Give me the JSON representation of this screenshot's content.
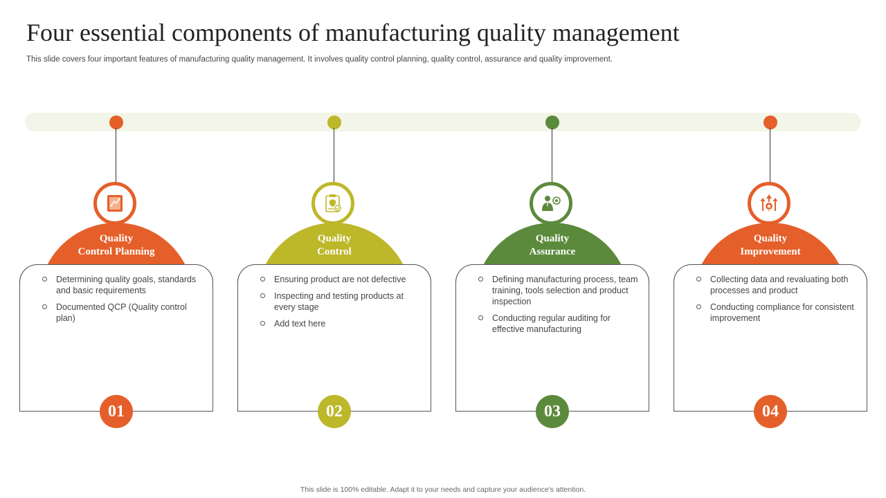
{
  "title": "Four essential components of manufacturing quality management",
  "subtitle": "This slide covers four important features of manufacturing quality management. It involves quality control planning, quality control, assurance and quality improvement.",
  "footer": "This slide is 100% editable. Adapt it to your needs and capture your audience's attention.",
  "colors": {
    "orange": "#e55f2a",
    "olive": "#bdb72a",
    "green": "#5c8a3c",
    "timeline": "#f3f5e8"
  },
  "components": [
    {
      "number": "01",
      "title_line1": "Quality",
      "title_line2": "Control Planning",
      "color": "#e55f2a",
      "icon": "planning-board-icon",
      "bullets": [
        "Determining quality goals, standards and basic requirements",
        "Documented QCP (Quality control plan)"
      ]
    },
    {
      "number": "02",
      "title_line1": "Quality",
      "title_line2": "Control",
      "color": "#bdb72a",
      "icon": "shield-checklist-icon",
      "bullets": [
        "Ensuring  product are not defective",
        "Inspecting and testing products at every stage",
        "Add text here"
      ]
    },
    {
      "number": "03",
      "title_line1": "Quality",
      "title_line2": "Assurance",
      "color": "#5c8a3c",
      "icon": "businessman-badge-icon",
      "bullets": [
        "Defining manufacturing process, team training, tools selection and product inspection",
        "Conducting regular auditing for effective  manufacturing"
      ]
    },
    {
      "number": "04",
      "title_line1": "Quality",
      "title_line2": "Improvement",
      "color": "#e55f2a",
      "icon": "growth-arrows-star-icon",
      "bullets": [
        "Collecting data and revaluating both processes and product",
        "Conducting compliance for consistent improvement"
      ]
    }
  ]
}
